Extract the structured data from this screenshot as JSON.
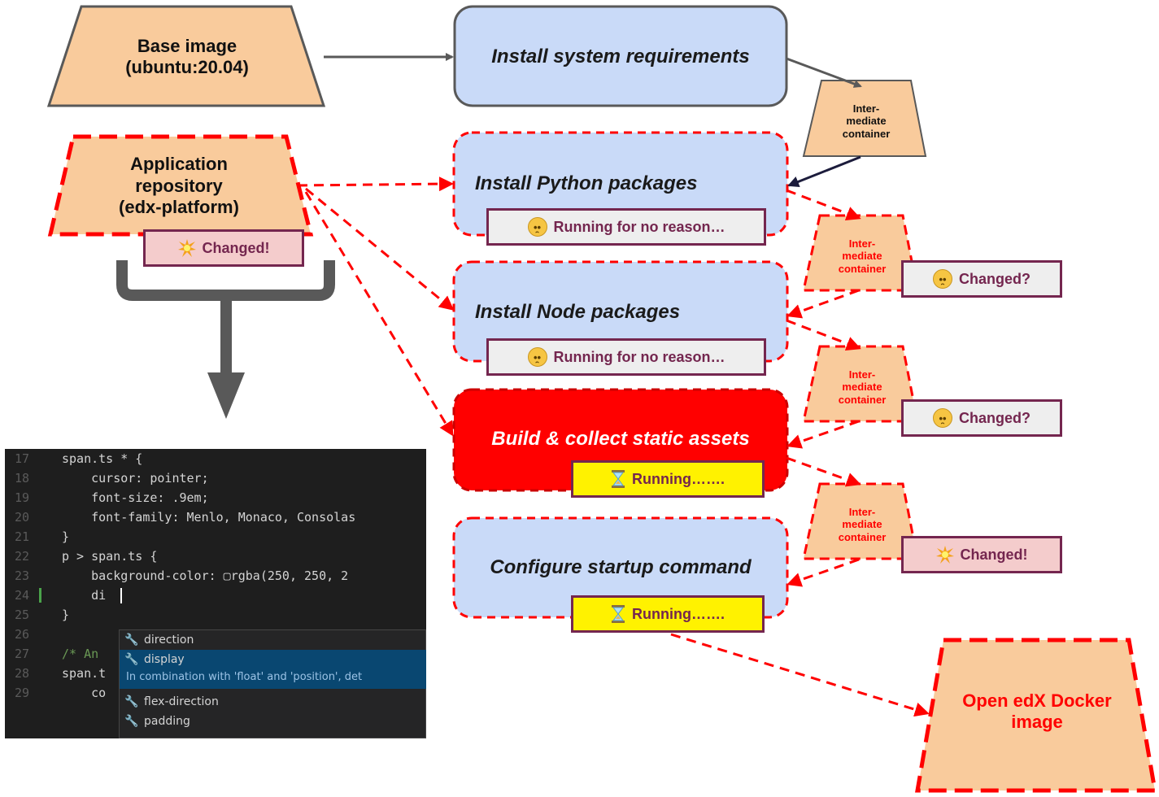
{
  "base_image": {
    "line1": "Base image",
    "line2": "(ubuntu:20.04)"
  },
  "app_repo": {
    "line1": "Application",
    "line2": "repository",
    "line3": "(edx-platform)"
  },
  "steps": [
    {
      "label": "Install system requirements"
    },
    {
      "label": "Install Python packages"
    },
    {
      "label": "Install Node packages"
    },
    {
      "label": "Build & collect static assets"
    },
    {
      "label": "Configure startup command"
    }
  ],
  "intermediate": {
    "line1": "Inter-",
    "line2": "mediate",
    "line3": "container"
  },
  "badges": {
    "changed": "Changed!",
    "changed_q": "Changed?",
    "no_reason": "Running for no reason…",
    "running": "Running……."
  },
  "output_image": {
    "line1": "Open edX Docker",
    "line2": "image"
  },
  "colors": {
    "peach": "#f9cb9c",
    "blue": "#c9daf8",
    "red": "#ff0000",
    "gray_border": "#595959",
    "purple": "#74264f"
  },
  "editor": {
    "lines": [
      {
        "num": "17",
        "text": "span.ts * {"
      },
      {
        "num": "18",
        "text": "    cursor: pointer;"
      },
      {
        "num": "19",
        "text": "    font-size: .9em;"
      },
      {
        "num": "20",
        "text": "    font-family: Menlo, Monaco, Consolas"
      },
      {
        "num": "21",
        "text": "}"
      },
      {
        "num": "22",
        "text": "p > span.ts {"
      },
      {
        "num": "23",
        "text": "    background-color: ▢rgba(250, 250, 2"
      },
      {
        "num": "24",
        "text": "    di"
      },
      {
        "num": "25",
        "text": "}"
      },
      {
        "num": "26",
        "text": ""
      },
      {
        "num": "27",
        "text": "/* An"
      },
      {
        "num": "28",
        "text": "span.t"
      },
      {
        "num": "29",
        "text": "    co"
      }
    ],
    "suggestions": [
      {
        "label": "direction"
      },
      {
        "label": "display"
      },
      {
        "label": "flex-direction"
      },
      {
        "label": "padding"
      }
    ],
    "suggestion_detail": "In combination with 'float' and 'position', det"
  }
}
